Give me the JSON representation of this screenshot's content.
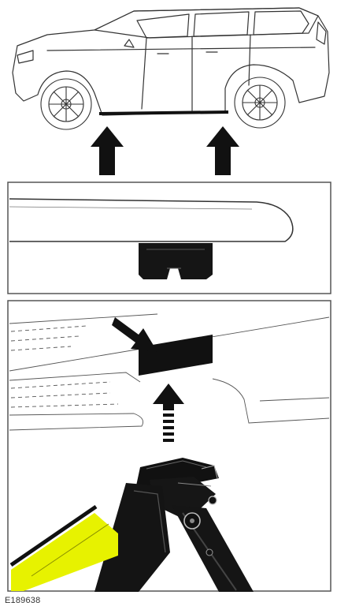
{
  "figure_id": "E189638",
  "panels": [
    {
      "name": "vehicle-side-view-jacking-points"
    },
    {
      "name": "sill-jacking-point-detail"
    },
    {
      "name": "jack-engagement-detail"
    }
  ],
  "colors": {
    "line": "#222222",
    "frame": "#555555",
    "jack_body": "#141414",
    "jack_label": "#e7f200",
    "panel_bg": "#ffffff"
  }
}
